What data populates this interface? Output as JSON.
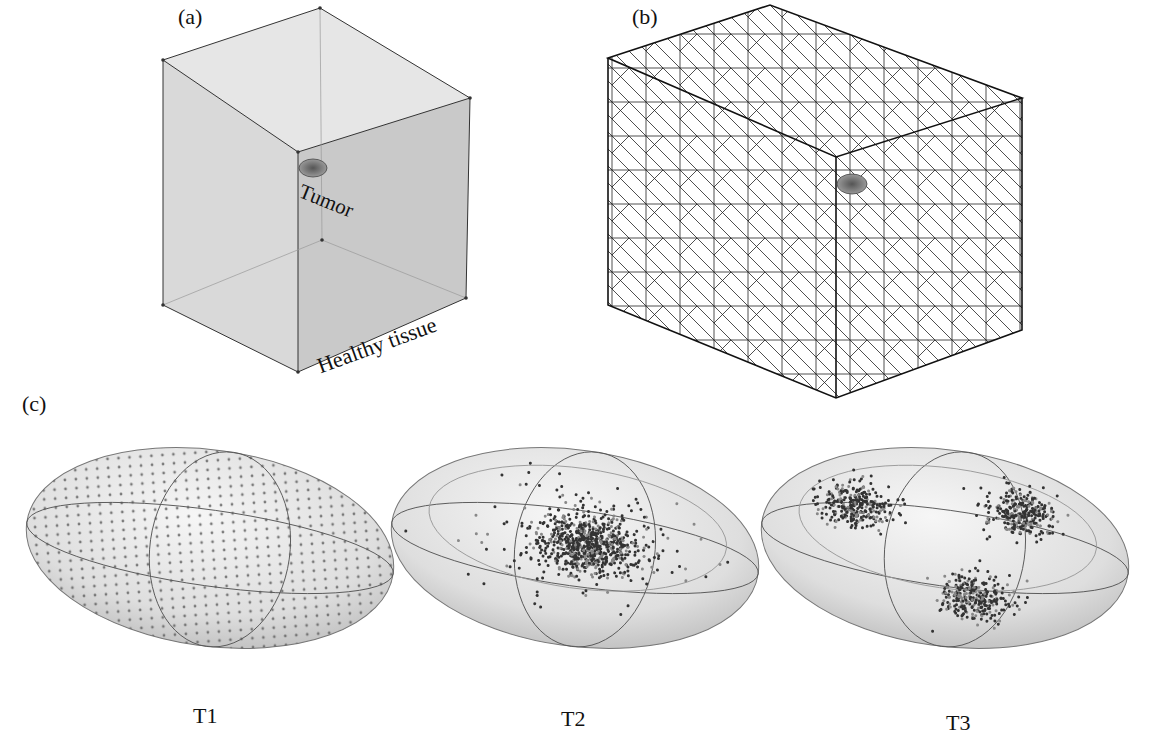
{
  "diagram": {
    "labels": [
      "(a)",
      "(b)",
      "(c)",
      "Tumor",
      "Healthy tissue",
      "T1",
      "T2",
      "T3"
    ]
  }
}
